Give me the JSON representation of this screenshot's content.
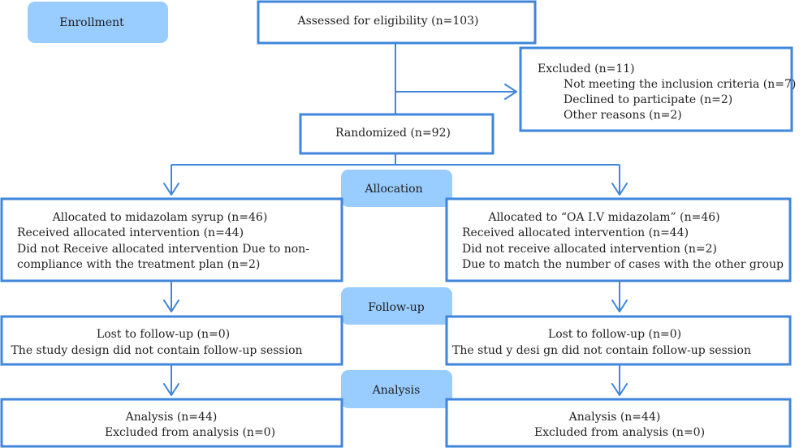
{
  "stages": {
    "enrollment": "Enrollment",
    "allocation": "Allocation",
    "followup": "Follow-up",
    "analysis": "Analysis"
  },
  "assessed": "Assessed for eligibility (n=103)",
  "excluded": {
    "title": "Excluded (n=11)",
    "reasons": [
      "Not meeting the inclusion criteria (n=7)",
      "Declined to participate (n=2)",
      "Other reasons (n=2)"
    ]
  },
  "randomized": "Randomized (n=92)",
  "left": {
    "allocation": [
      "Allocated to midazolam syrup (n=46)",
      "Received allocated intervention (n=44)",
      "Did not Receive allocated intervention Due to non-",
      "compliance with the treatment plan (n=2)"
    ],
    "followup": [
      "Lost to follow-up (n=0)",
      "The study design did not contain follow-up  session"
    ],
    "analysis": [
      "Analysis (n=44)",
      "Excluded from  analysis (n=0)"
    ]
  },
  "right": {
    "allocation": [
      "Allocated to “OA I.V midazolam” (n=46)",
      "Received allocated intervention (n=44)",
      "Did not receive allocated intervention (n=2)",
      "Due to match the number of cases with the other group"
    ],
    "followup": [
      "Lost to follow-up (n=0)",
      "The stud y desi gn did not contain follow-up  session"
    ],
    "analysis": [
      "Analysis (n=44)",
      "Excluded from analysis  (n=0)"
    ]
  }
}
